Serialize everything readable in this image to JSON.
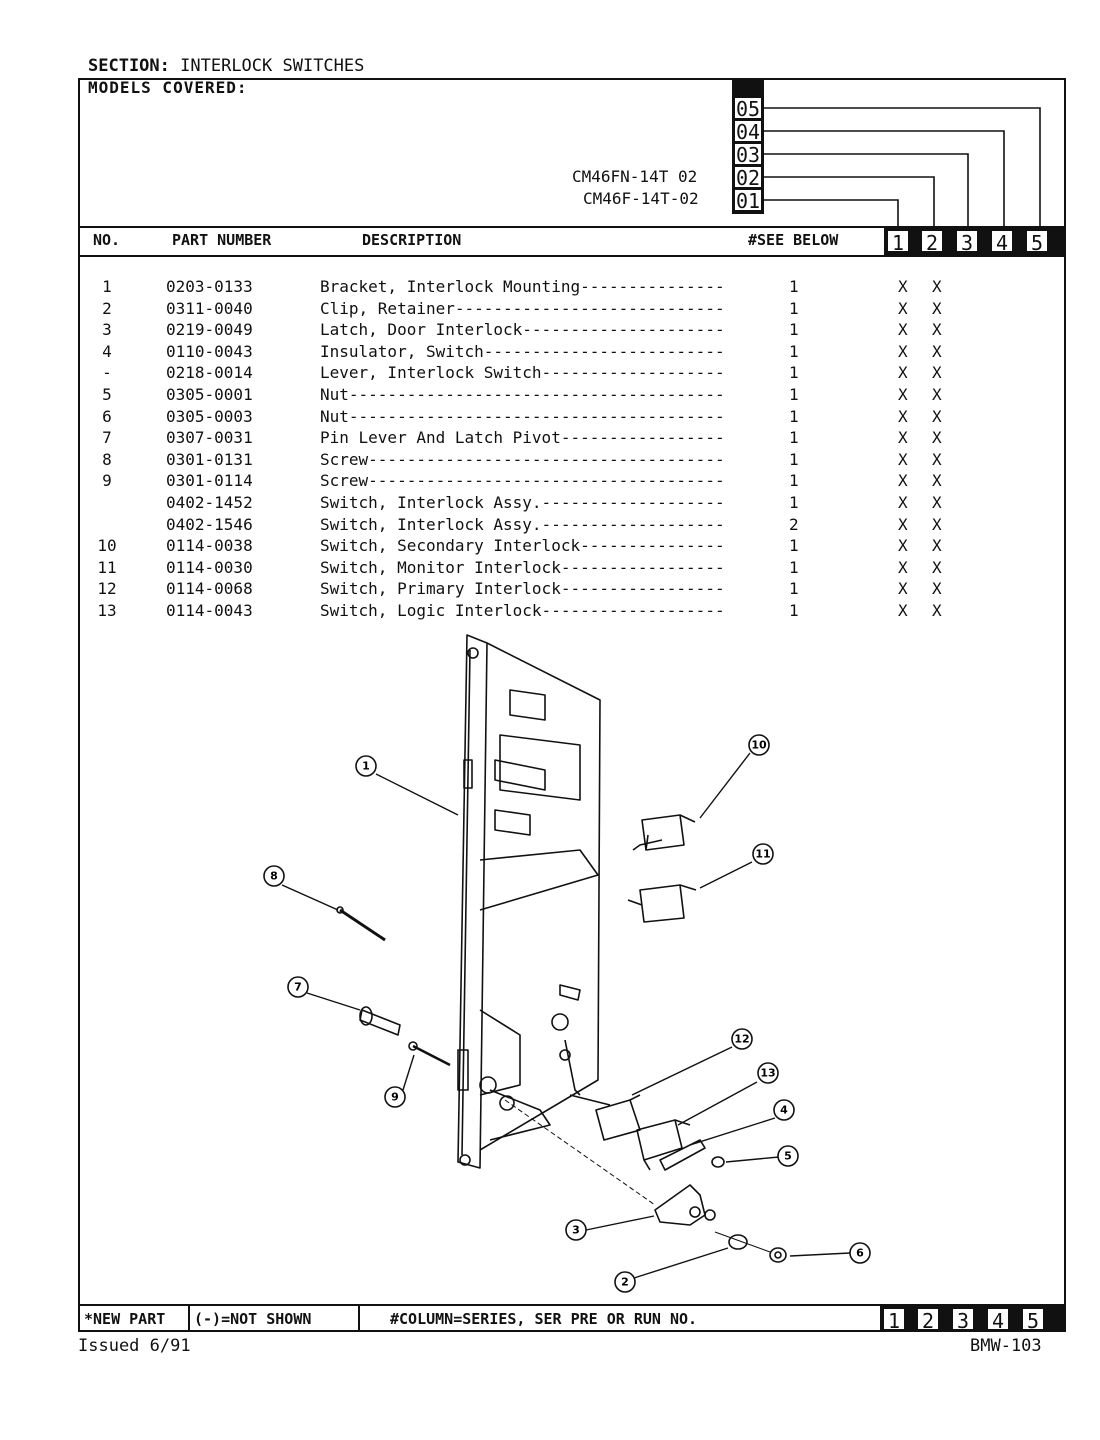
{
  "header": {
    "section_label": "SECTION:",
    "section_value": "INTERLOCK SWITCHES",
    "models_label": "MODELS COVERED:",
    "models": [
      "CM46FN-14T 02",
      "CM46F-14T-02"
    ],
    "series_numbers": [
      "05",
      "04",
      "03",
      "02",
      "01"
    ]
  },
  "columns": {
    "no": "NO.",
    "part_number": "PART NUMBER",
    "description": "DESCRIPTION",
    "see_below": "#SEE BELOW",
    "series_boxes": [
      "1",
      "2",
      "3",
      "4",
      "5"
    ]
  },
  "parts": [
    {
      "no": "1",
      "part": "0203-0133",
      "desc": "Bracket, Interlock Mounting---------------",
      "qty": "1",
      "c1": "X",
      "c2": "X"
    },
    {
      "no": "2",
      "part": "0311-0040",
      "desc": "Clip, Retainer----------------------------",
      "qty": "1",
      "c1": "X",
      "c2": "X"
    },
    {
      "no": "3",
      "part": "0219-0049",
      "desc": "Latch, Door Interlock---------------------",
      "qty": "1",
      "c1": "X",
      "c2": "X"
    },
    {
      "no": "4",
      "part": "0110-0043",
      "desc": "Insulator, Switch-------------------------",
      "qty": "1",
      "c1": "X",
      "c2": "X"
    },
    {
      "no": "-",
      "part": "0218-0014",
      "desc": "Lever, Interlock Switch-------------------",
      "qty": "1",
      "c1": "X",
      "c2": "X"
    },
    {
      "no": "5",
      "part": "0305-0001",
      "desc": "Nut---------------------------------------",
      "qty": "1",
      "c1": "X",
      "c2": "X"
    },
    {
      "no": "6",
      "part": "0305-0003",
      "desc": "Nut---------------------------------------",
      "qty": "1",
      "c1": "X",
      "c2": "X"
    },
    {
      "no": "7",
      "part": "0307-0031",
      "desc": "Pin Lever And Latch Pivot-----------------",
      "qty": "1",
      "c1": "X",
      "c2": "X"
    },
    {
      "no": "8",
      "part": "0301-0131",
      "desc": "Screw-------------------------------------",
      "qty": "1",
      "c1": "X",
      "c2": "X"
    },
    {
      "no": "9",
      "part": "0301-0114",
      "desc": "Screw-------------------------------------",
      "qty": "1",
      "c1": "X",
      "c2": "X"
    },
    {
      "no": "",
      "part": "0402-1452",
      "desc": "Switch, Interlock Assy.-------------------",
      "qty": "1",
      "c1": "X",
      "c2": "X"
    },
    {
      "no": "",
      "part": "0402-1546",
      "desc": "Switch, Interlock Assy.-------------------",
      "qty": "2",
      "c1": "X",
      "c2": "X"
    },
    {
      "no": "10",
      "part": "0114-0038",
      "desc": "Switch, Secondary Interlock---------------",
      "qty": "1",
      "c1": "X",
      "c2": "X"
    },
    {
      "no": "11",
      "part": "0114-0030",
      "desc": "Switch, Monitor Interlock-----------------",
      "qty": "1",
      "c1": "X",
      "c2": "X"
    },
    {
      "no": "12",
      "part": "0114-0068",
      "desc": "Switch, Primary Interlock-----------------",
      "qty": "1",
      "c1": "X",
      "c2": "X"
    },
    {
      "no": "13",
      "part": "0114-0043",
      "desc": "Switch, Logic Interlock-------------------",
      "qty": "1",
      "c1": "X",
      "c2": "X"
    }
  ],
  "callouts": [
    "1",
    "2",
    "3",
    "4",
    "5",
    "6",
    "7",
    "8",
    "9",
    "10",
    "11",
    "12",
    "13"
  ],
  "footer": {
    "new_part": "*NEW PART",
    "not_shown": "(-)=NOT SHOWN",
    "column_note": "#COLUMN=SERIES, SER PRE OR RUN NO.",
    "series_boxes": [
      "1",
      "2",
      "3",
      "4",
      "5"
    ],
    "issued": "Issued 6/91",
    "doc_id": "BMW-103"
  }
}
